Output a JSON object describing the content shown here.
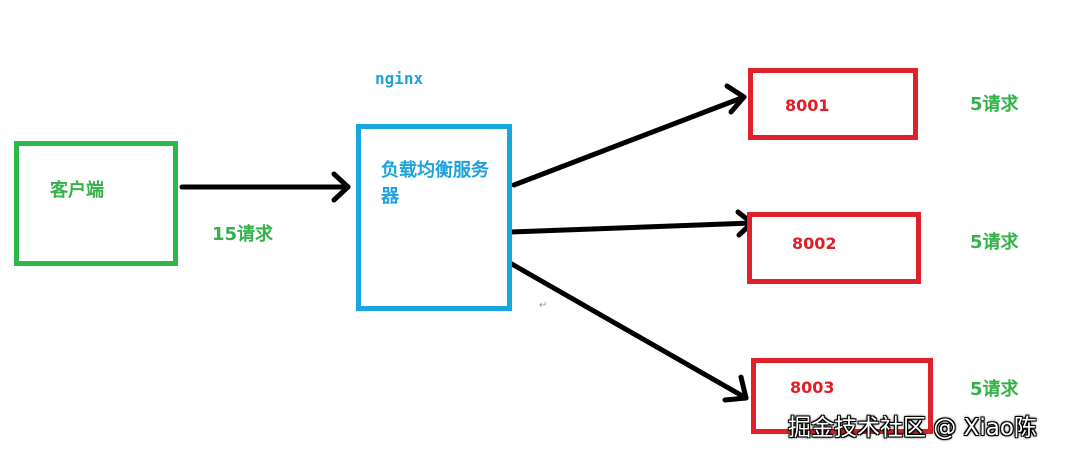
{
  "diagram": {
    "nodes": {
      "client": {
        "label": "客户端",
        "color": "#2eb84a"
      },
      "nginx_title": {
        "label": "nginx",
        "color": "#1ea2dc"
      },
      "load_balancer": {
        "label": "负载均衡服务器",
        "color": "#19a6df"
      },
      "servers": [
        {
          "port": "8001",
          "requests": "5请求",
          "color": "#e0202a"
        },
        {
          "port": "8002",
          "requests": "5请求",
          "color": "#e0202a"
        },
        {
          "port": "8003",
          "requests": "5请求",
          "color": "#e0202a"
        }
      ]
    },
    "edges": {
      "client_to_lb": {
        "label": "15请求"
      }
    }
  },
  "watermark": {
    "text": "掘金技术社区 @ Xiao陈"
  },
  "marks": {
    "small_symbol": "↵"
  }
}
